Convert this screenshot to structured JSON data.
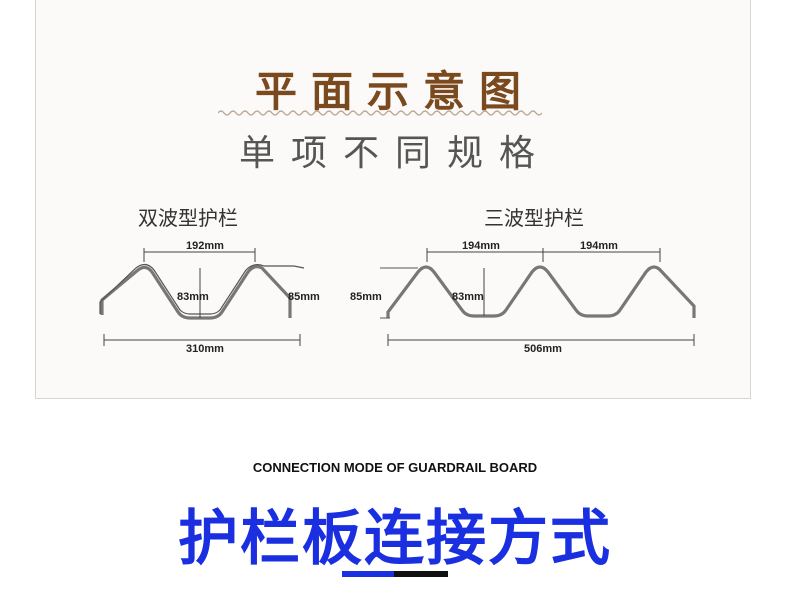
{
  "header": {
    "title": "平面示意图",
    "subtitle": "单项不同规格"
  },
  "profiles": {
    "double": {
      "label": "双波型护栏",
      "top_width": "192mm",
      "inner_height": "83mm",
      "height": "85mm",
      "total_width": "310mm"
    },
    "triple": {
      "label": "三波型护栏",
      "top_width_1": "194mm",
      "top_width_2": "194mm",
      "height": "85mm",
      "inner_height": "83mm",
      "total_width": "506mm"
    }
  },
  "section": {
    "english_title": "CONNECTION MODE OF GUARDRAIL BOARD",
    "chinese_title": "护栏板连接方式"
  },
  "colors": {
    "title_brown": "#7a4a1e",
    "accent_blue": "#1a2fe0",
    "panel_border": "#d9d4d0"
  }
}
